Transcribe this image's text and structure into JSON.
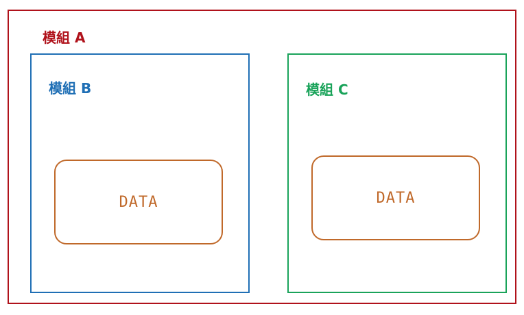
{
  "modules": {
    "a": {
      "label": "模組 A",
      "color": "#b0121b"
    },
    "b": {
      "label": "模組 B",
      "color": "#1f6fb5",
      "data_label": "DATA"
    },
    "c": {
      "label": "模組 C",
      "color": "#1aa35a",
      "data_label": "DATA"
    }
  },
  "data_color": "#c0692a"
}
